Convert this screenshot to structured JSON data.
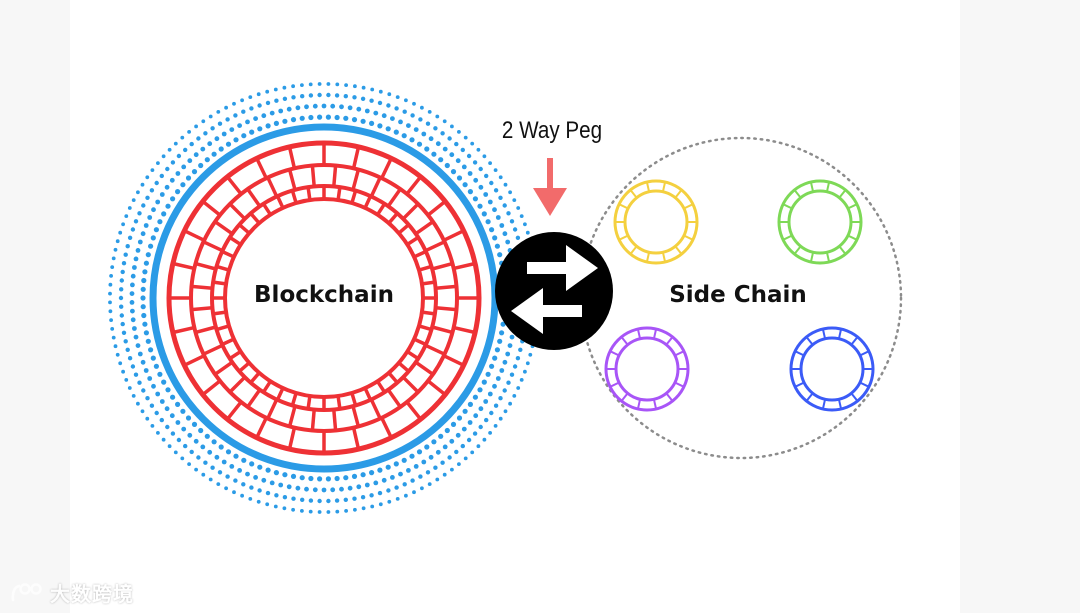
{
  "diagram": {
    "blockchain_label": "Blockchain",
    "sidechain_label": "Side Chain",
    "peg_label": "2 Way Peg",
    "exchange_icon": "bidirectional-arrows-icon",
    "side_chain_nodes": [
      {
        "color": "#f4d03f",
        "name": "yellow-node"
      },
      {
        "color": "#7ed957",
        "name": "green-node"
      },
      {
        "color": "#a855f7",
        "name": "purple-node"
      },
      {
        "color": "#3b5bf7",
        "name": "blue-node"
      }
    ]
  },
  "colors": {
    "blockchain_ring": "#ee3135",
    "blockchain_outer": "#2b9be6",
    "peg_arrow": "#f26b6b",
    "exchange_circle": "#000000",
    "sidechain_border": "#8c8c8c"
  },
  "watermark": {
    "text": "大数跨境",
    "icon": "logo-icon"
  }
}
